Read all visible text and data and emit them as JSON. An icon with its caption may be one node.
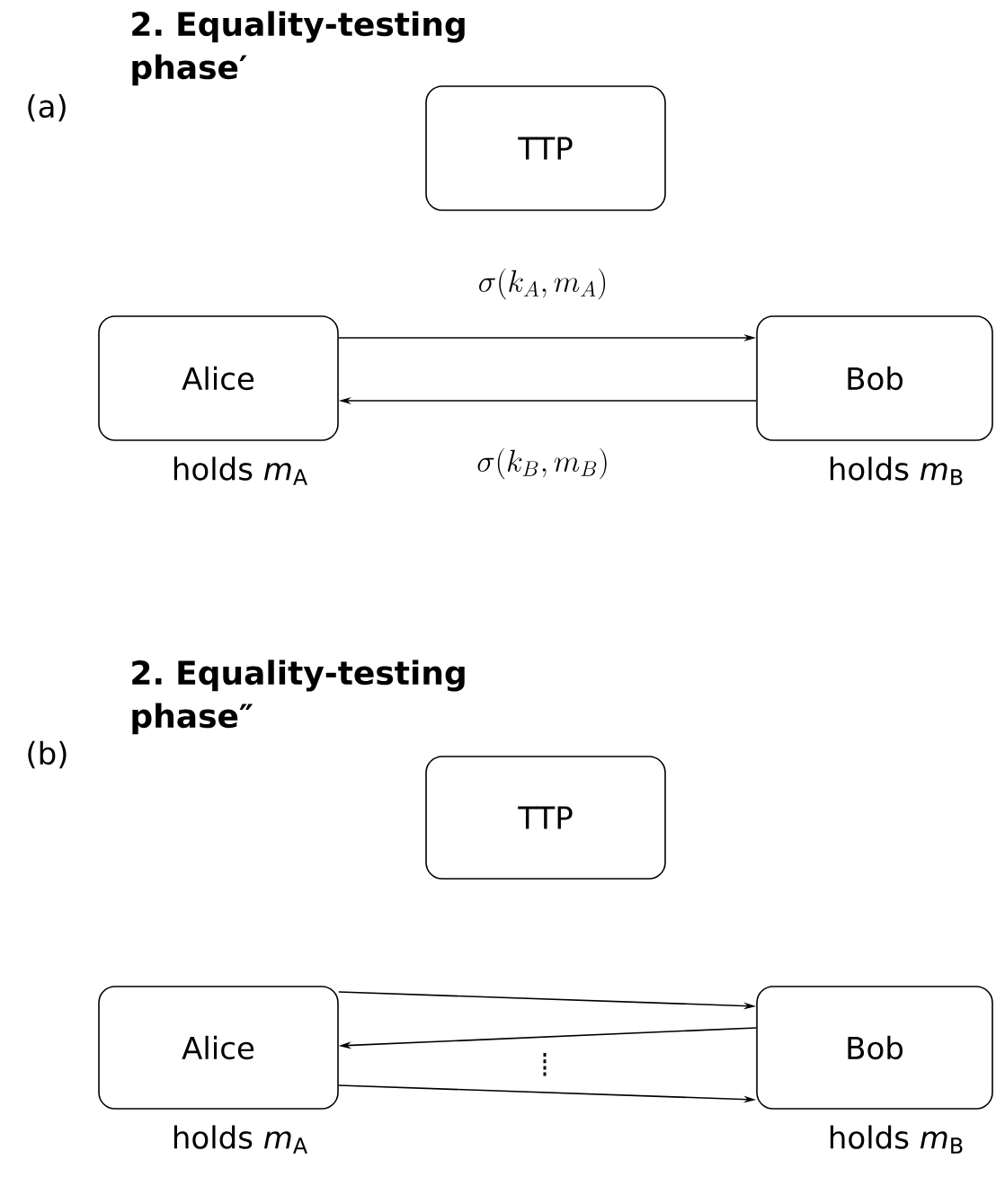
{
  "diagram": {
    "nodes": [
      {
        "text": [
          "TTP"
        ]
      },
      {
        "text": [
          "Alice"
        ],
        "beside": [
          "holds *m*$_{A}$"
        ]
      },
      {
        "text": [
          "Bob"
        ],
        "beside": [
          "holds *m*$_{B}$"
        ]
      },
      {
        "text": [
          "TTP"
        ]
      },
      {
        "text": [
          "Alice"
        ],
        "beside": [
          "holds *m*$_{A}$"
        ]
      },
      {
        "text": [
          "Bob"
        ],
        "beside": [
          "holds *m*$_{B}$"
        ]
      }
    ],
    "edges": [
      {
        "from": 1,
        "to": 2,
        "arrow": "to",
        "label": "\\sigma(k_A,m_A)"
      },
      {
        "from": 2,
        "to": 1,
        "arrow": "to",
        "label": "\\sigma(k_B,m_B)"
      },
      {
        "from": 4,
        "to": 5,
        "arrow": "to"
      },
      {
        "from": 5,
        "to": 4,
        "arrow": "to"
      },
      {
        "from": 4,
        "to": 5,
        "arrow": "to"
      }
    ],
    "labels": [
      "(a)",
      "2. Equality-testing phase′",
      "(b)",
      "2. Equality-testing phase″"
    ]
  }
}
